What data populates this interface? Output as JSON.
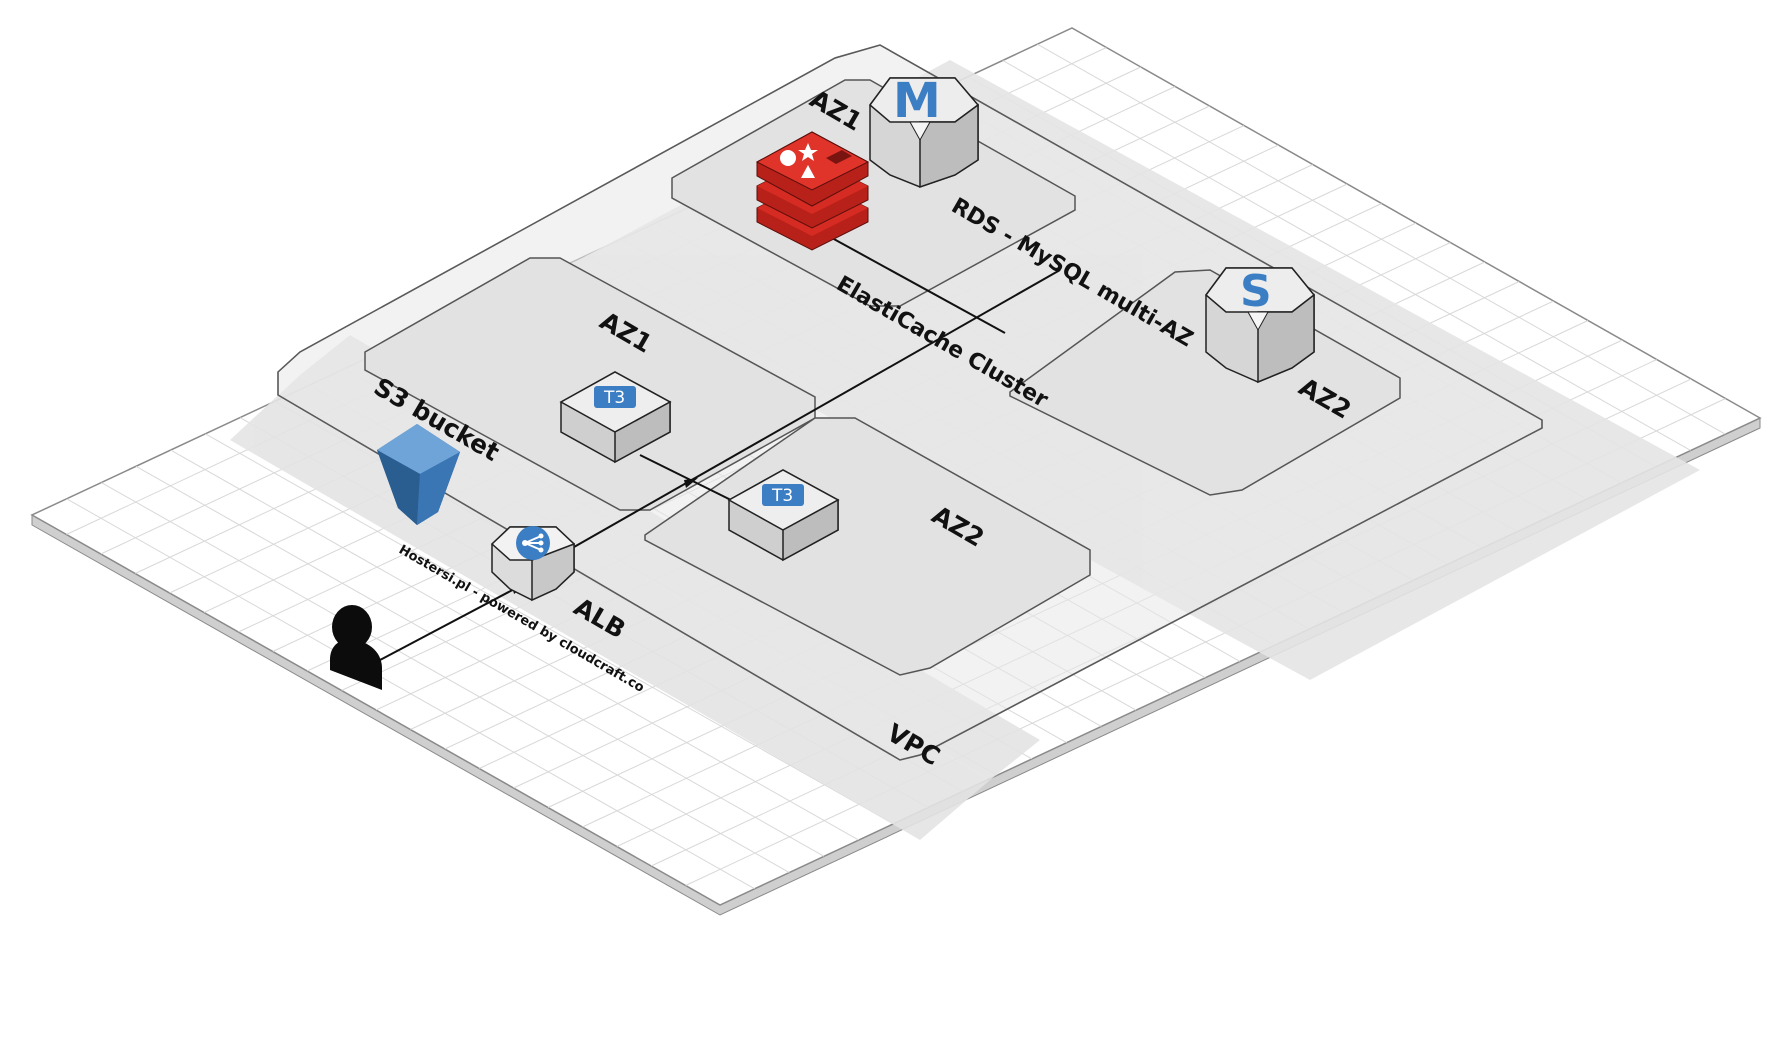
{
  "labels": {
    "vpc": "VPC",
    "az1_top": "AZ1",
    "az1_app": "AZ1",
    "az2_app": "AZ2",
    "az2_db": "AZ2",
    "s3": "S3 bucket",
    "alb": "ALB",
    "rds": "RDS - MySQL multi-AZ",
    "elasticache": "ElastiCache Cluster",
    "credit": "Hostersi.pl - powered by cloudcraft.co"
  },
  "nodes": {
    "ec2_1_tag": "T3",
    "ec2_2_tag": "T3",
    "rds_master_letter": "M",
    "rds_standby_letter": "S"
  },
  "icons": {
    "user": "user-icon",
    "alb": "load-balancer-icon",
    "s3": "s3-bucket-icon",
    "redis": "redis-icon",
    "ec2": "ec2-instance-icon",
    "rds": "rds-instance-icon"
  },
  "colors": {
    "grid_line": "#d8d8d8",
    "zone_fill": "#e6e6e6",
    "zone_stroke": "#666666",
    "redis_red": "#d52b22",
    "s3_blue": "#2e6aa3",
    "aws_blue": "#3b7ec4",
    "node_face": "#e8e8e8"
  }
}
